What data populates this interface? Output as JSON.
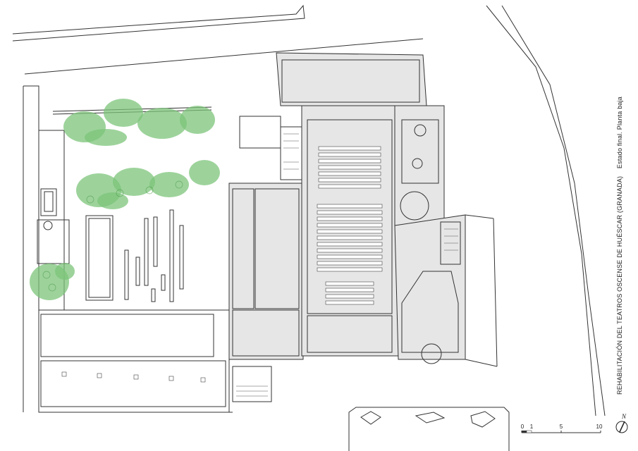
{
  "title": {
    "main": "REHABILITACIÓN DEL TEATROS OSCENSE DE HUÉSCAR (GRANADA)",
    "sub": "Estado final. Planta baja"
  },
  "scale": {
    "ticks": [
      "0",
      "1",
      "5",
      "10"
    ]
  },
  "north": {
    "label": "N"
  },
  "colors": {
    "vegetation": "#7cc47a",
    "walls": "#e6e6e6",
    "lines": "#333333"
  }
}
